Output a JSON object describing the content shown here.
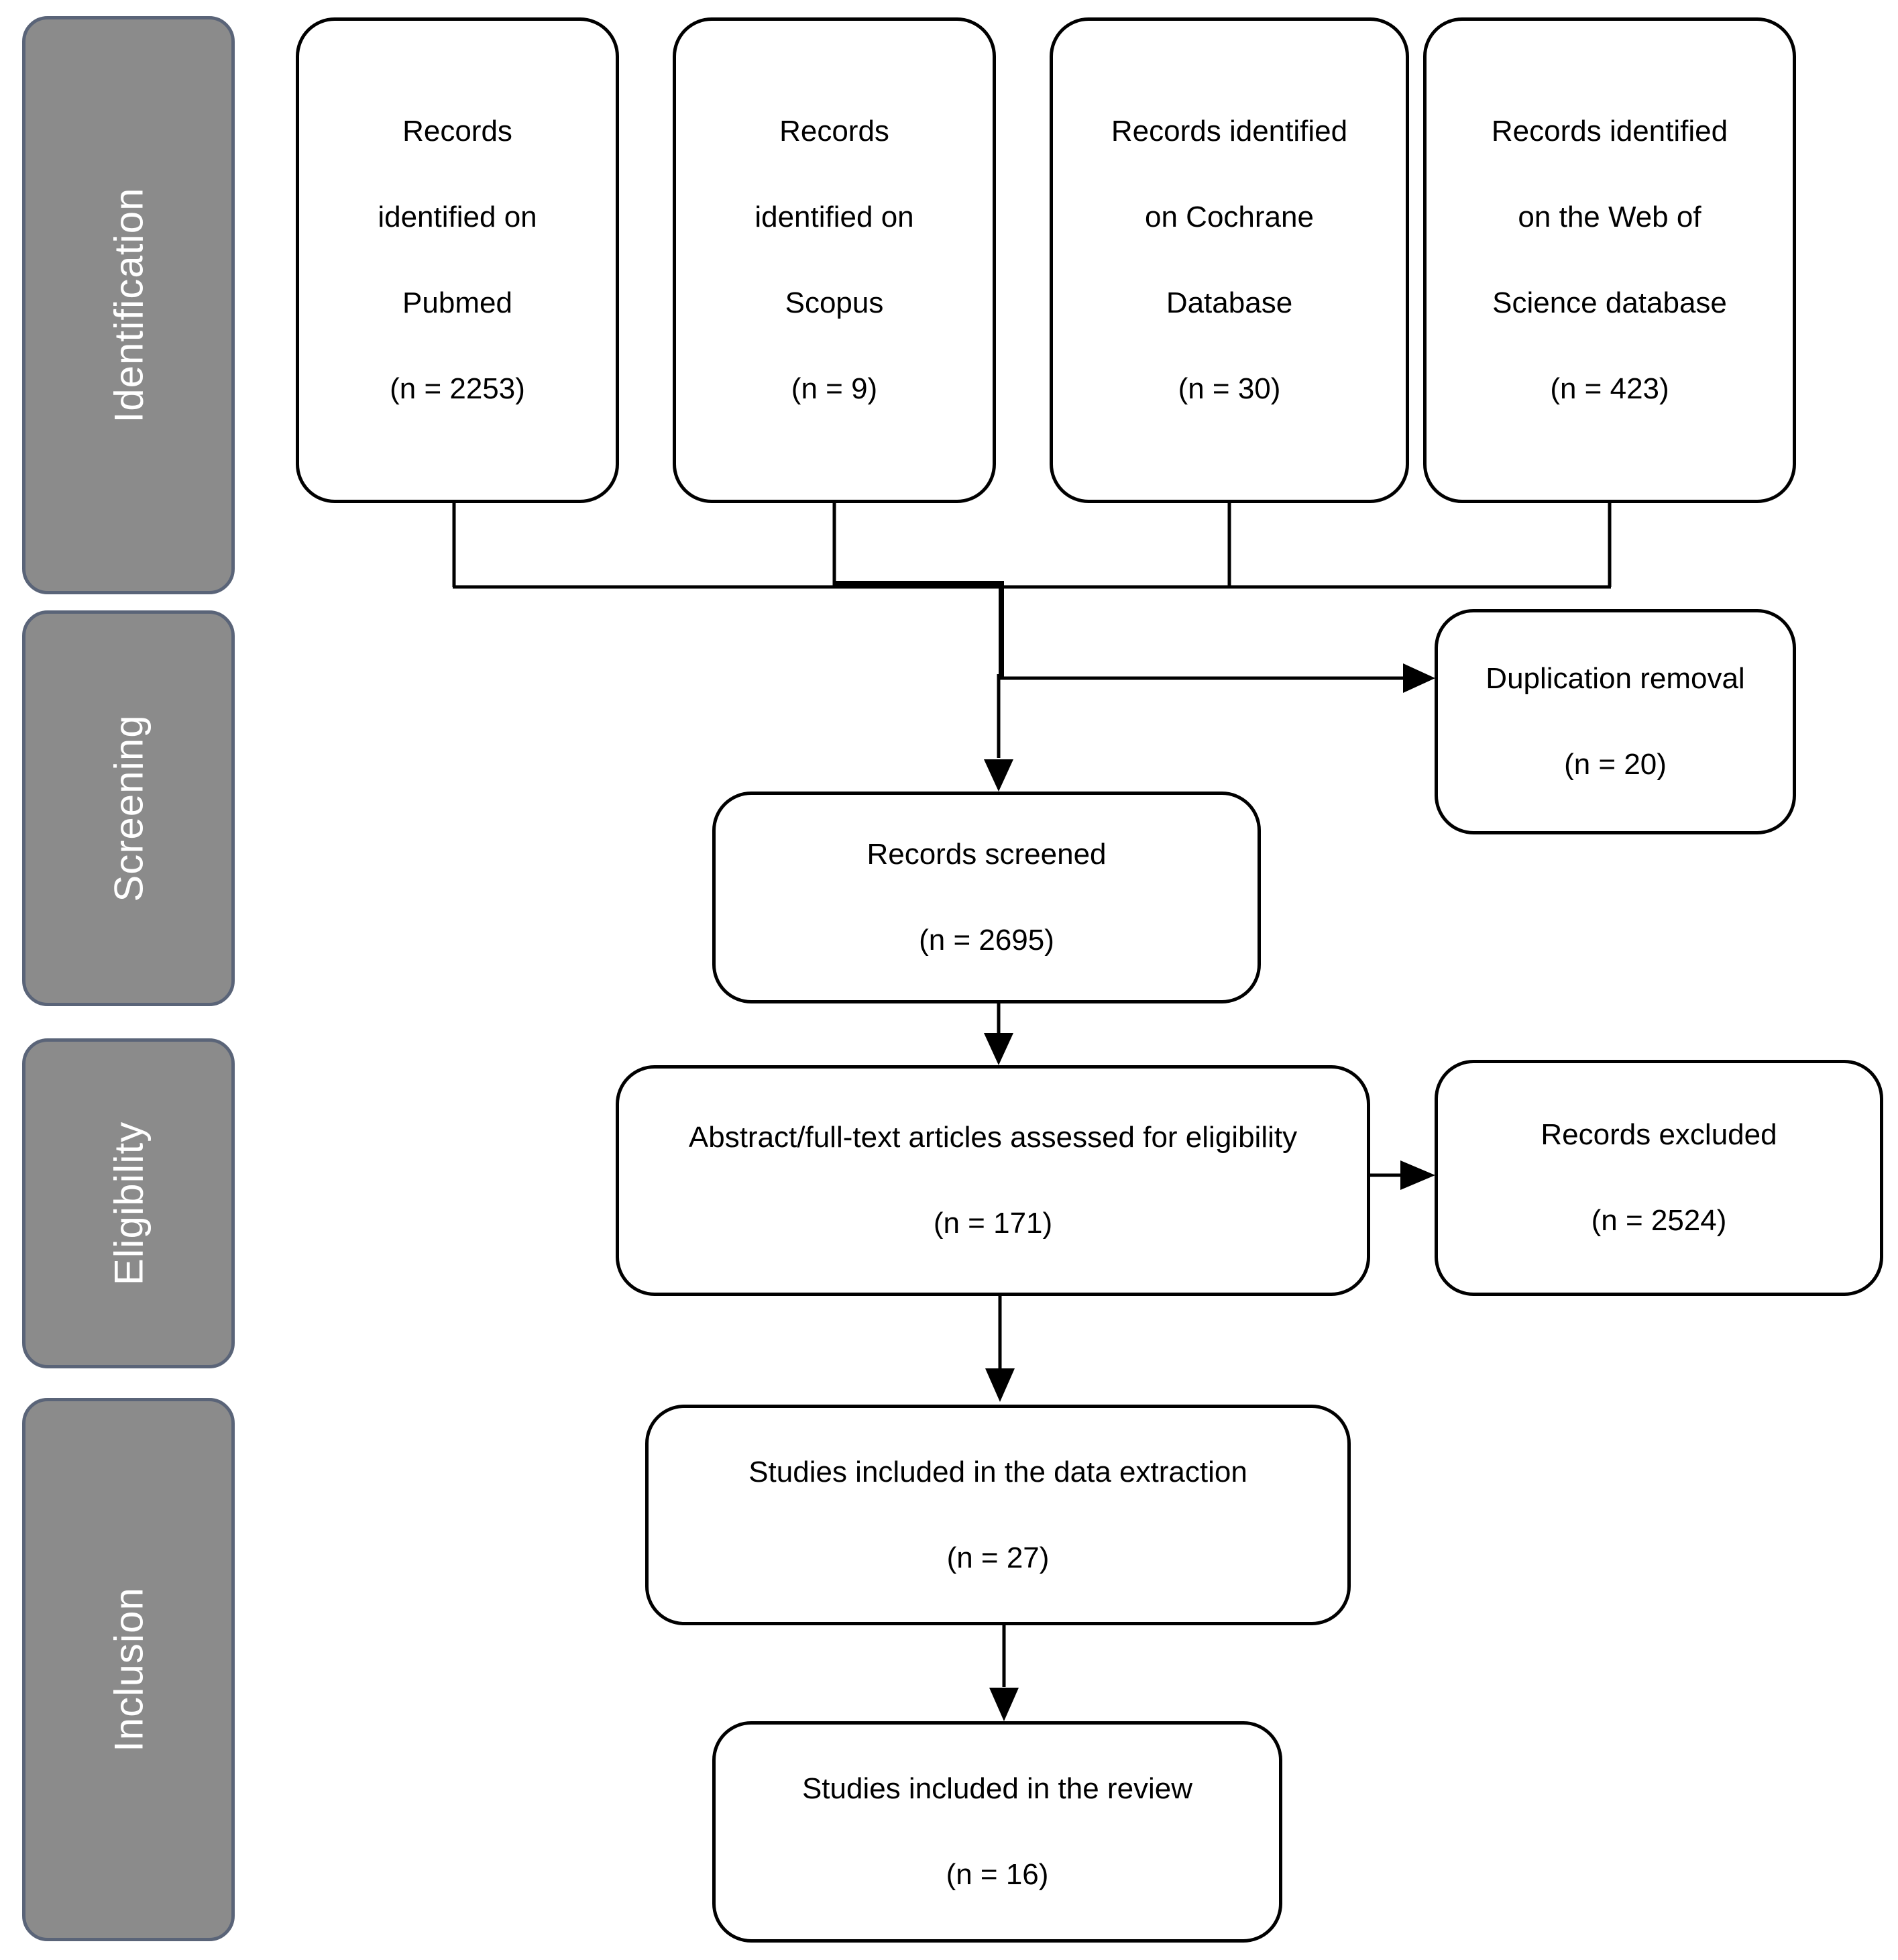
{
  "phases": {
    "identification": "Identification",
    "screening": "Screening",
    "eligibility": "Eligibility",
    "inclusion": "Inclusion"
  },
  "boxes": {
    "pubmed": {
      "lines": [
        "Records",
        "identified on",
        "Pubmed",
        "(n = 2253)"
      ]
    },
    "scopus": {
      "lines": [
        "Records",
        "identified on",
        "Scopus",
        "(n = 9)"
      ]
    },
    "cochrane": {
      "lines": [
        "Records identified",
        "on Cochrane",
        "Database",
        "(n = 30)"
      ]
    },
    "wos": {
      "lines": [
        "Records identified",
        "on the Web of",
        "Science database",
        "(n = 423)"
      ]
    },
    "duplication": {
      "lines": [
        "Duplication removal",
        "(n = 20)"
      ]
    },
    "screened": {
      "lines": [
        "Records screened",
        "(n = 2695)"
      ]
    },
    "eligibility": {
      "lines": [
        "Abstract/full-text articles assessed for eligibility",
        "(n = 171)"
      ]
    },
    "excluded": {
      "lines": [
        "Records excluded",
        "(n = 2524)"
      ]
    },
    "extraction": {
      "lines": [
        "Studies included in the data extraction",
        "(n = 27)"
      ]
    },
    "review": {
      "lines": [
        "Studies included in the review",
        "(n = 16)"
      ]
    }
  },
  "colors": {
    "phase_fill": "#8b8b8b",
    "phase_border": "#5a6478",
    "box_border": "#000000",
    "line": "#000000"
  }
}
